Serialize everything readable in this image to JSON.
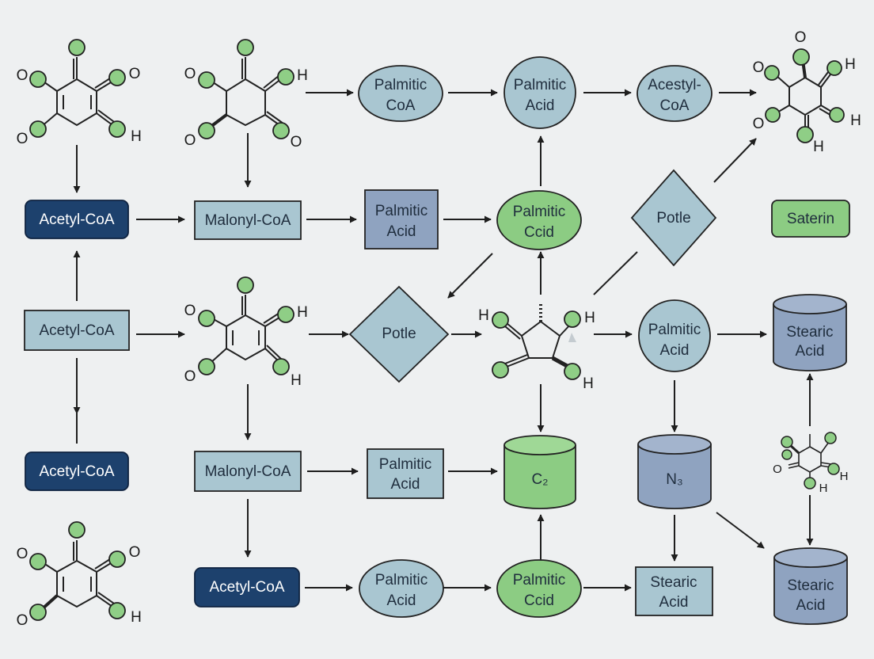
{
  "colors": {
    "background": "#eef0f1",
    "navy": "#1d416d",
    "blue_gray": "#a9c6d1",
    "slate": "#8fa3c0",
    "green": "#8ccc83",
    "stroke": "#2b2b2b",
    "atom_fill": "#8fce86"
  },
  "nodes": {
    "palmitic_coa_top": [
      "Palmitic",
      "CoA"
    ],
    "palmitic_acid_top": [
      "Palmitic",
      "Acid"
    ],
    "acetyl_coa_top_right": [
      "Acestyl-",
      "CoA"
    ],
    "acetyl_coa_row2": "Acetyl-CoA",
    "malonyl_coa_row2": "Malonyl-CoA",
    "palmitic_acid_row2": [
      "Palmitic",
      "Acid"
    ],
    "palmitic_ccid_row2": [
      "Palmitic",
      "Ccid"
    ],
    "potle_row2": "Potle",
    "saterin": "Saterin",
    "acetyl_coa_row3": "Acetyl-CoA",
    "potle_row3": "Potle",
    "palmitic_acid_row3": [
      "Palmitic",
      "Acid"
    ],
    "stearic_acid_row3": [
      "Stearic",
      "Acid"
    ],
    "acetyl_coa_row4": "Acetyl-CoA",
    "malonyl_coa_row4": "Malonyl-CoA",
    "palmitic_acid_row4": [
      "Palmitic",
      "Acid"
    ],
    "c2_cylinder": "C₂",
    "n3_cylinder": "N₃",
    "acetyl_coa_row5": "Acetyl-CoA",
    "palmitic_acid_row5": [
      "Palmitic",
      "Acid"
    ],
    "palmitic_ccid_row5": [
      "Palmitic",
      "Ccid"
    ],
    "stearic_acid_row5": [
      "Stearic",
      "Acid"
    ],
    "stearic_acid_cyl_row5": [
      "Stearic",
      "Acid"
    ]
  },
  "atoms": {
    "O": "O",
    "H": "H"
  }
}
